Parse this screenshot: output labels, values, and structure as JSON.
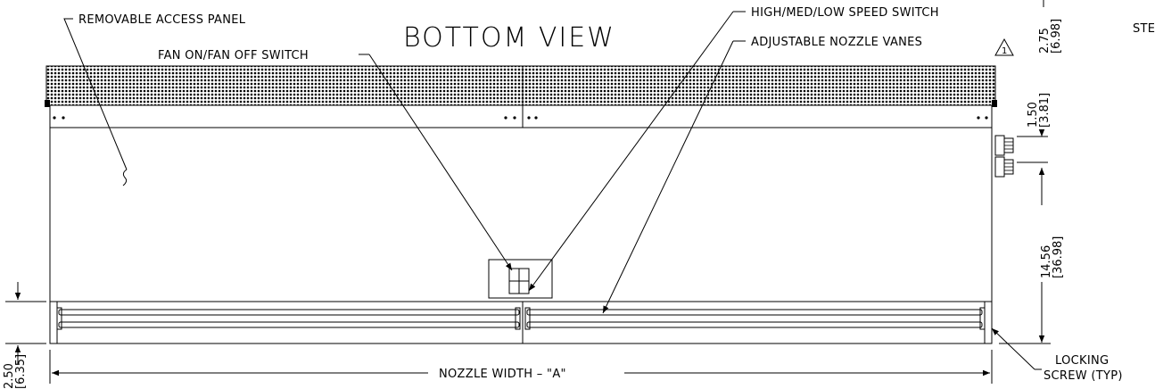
{
  "title": "BOTTOM VIEW",
  "callouts": {
    "removable_access_panel": "REMOVABLE ACCESS PANEL",
    "fan_switch": "FAN ON/FAN OFF SWITCH",
    "speed_switch": "HIGH/MED/LOW SPEED SWITCH",
    "nozzle_vanes": "ADJUSTABLE NOZZLE VANES",
    "revision_marker": "1",
    "locking_screw_line1": "LOCKING",
    "locking_screw_line2": "SCREW (TYP)",
    "nozzle_width": "NOZZLE WIDTH – \"A\"",
    "partial_right_label": "STE"
  },
  "dimensions": {
    "top_right_in": "2.75",
    "top_right_cm": "[6.98]",
    "right_upper_in": "1.50",
    "right_upper_cm": "[3.81]",
    "right_lower_in": "14.56",
    "right_lower_cm": "[36.98]",
    "left_bottom_in": "2.50",
    "left_bottom_cm": "[6.35]"
  }
}
